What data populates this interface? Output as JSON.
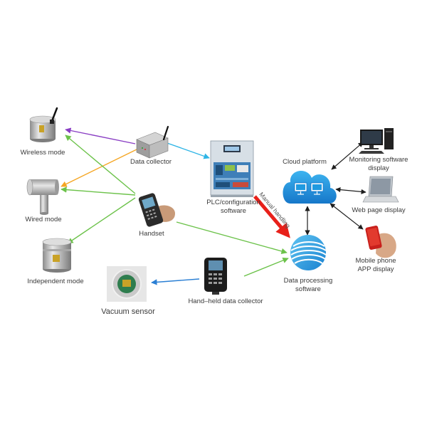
{
  "nodes": {
    "wireless_mode": "Wireless mode",
    "wired_mode": "Wired mode",
    "independent_mode": "Independent mode",
    "data_collector": "Data collector",
    "handset": "Handset",
    "plc_line1": "PLC/configuration",
    "plc_line2": "software",
    "cloud_platform": "Cloud platform",
    "monitoring_line1": "Monitoring software",
    "monitoring_line2": "display",
    "web_page_display": "Web page display",
    "mobile_line1": "Mobile phone",
    "mobile_line2": "APP display",
    "dp_line1": "Data processing",
    "dp_line2": "software",
    "handheld_collector": "Hand–held data collector",
    "vacuum_sensor": "Vacuum sensor",
    "manual_handling": "Manual handling"
  },
  "colors": {
    "purple": "#8a3fc4",
    "orange": "#f5a623",
    "green": "#6cc24a",
    "cyan": "#2fb5e6",
    "red": "#e8201a",
    "black": "#1e1e1e",
    "cloud": "#1f9ae0"
  },
  "icons": {
    "sensor": "cylinder-sensor-icon",
    "antenna": "antenna-icon",
    "collector": "data-collector-box-icon",
    "handset": "handheld-device-icon",
    "plc": "plc-cabinet-icon",
    "cloud": "cloud-monitors-icon",
    "computer": "desktop-computer-icon",
    "laptop": "laptop-icon",
    "phone": "mobile-phone-icon",
    "dp": "data-processing-globe-icon",
    "vacuum": "vacuum-sensor-icon"
  }
}
